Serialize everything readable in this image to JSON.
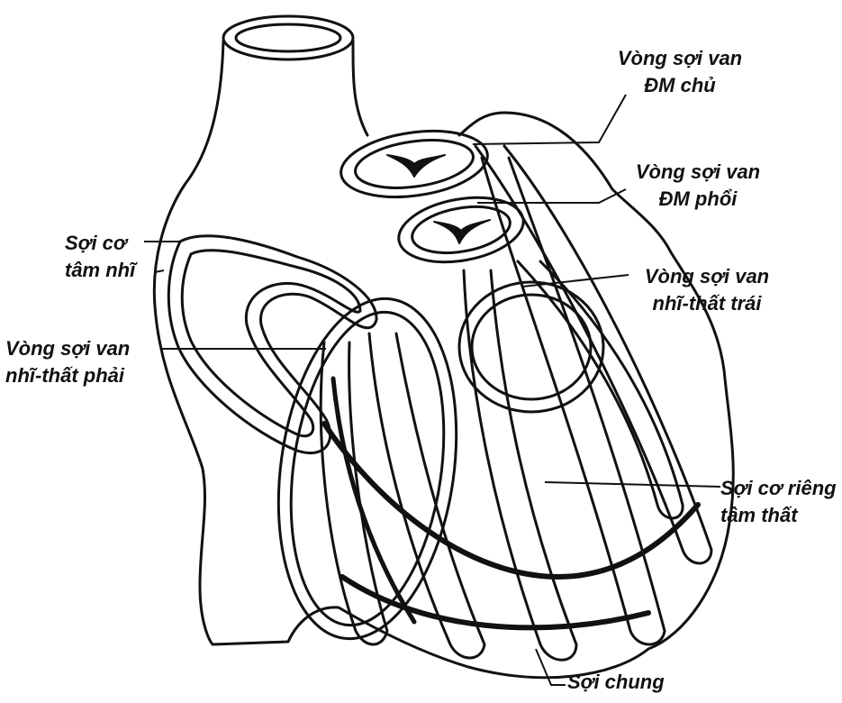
{
  "labels": {
    "aortic_ring": {
      "line1": "Vòng sợi van",
      "line2": "ĐM chủ"
    },
    "pulmonary_ring": {
      "line1": "Vòng sợi van",
      "line2": "ĐM phổi"
    },
    "left_av_ring": {
      "line1": "Vòng sợi van",
      "line2": "nhĩ-thất trái"
    },
    "atrial_muscle": {
      "line1": "Sợi cơ",
      "line2": "tâm nhĩ"
    },
    "right_av_ring": {
      "line1": "Vòng sợi van",
      "line2": "nhĩ-thất phải"
    },
    "ventricular_muscle": {
      "line1": "Sợi cơ riêng",
      "line2": "tâm thất"
    },
    "common_fibers": {
      "line1": "Sợi chung"
    }
  },
  "colors": {
    "ink": "#111111",
    "paper": "#ffffff"
  }
}
